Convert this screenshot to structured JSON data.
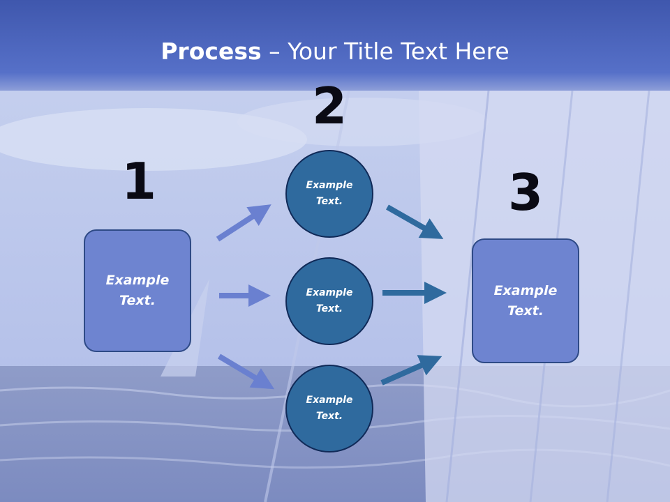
{
  "title": {
    "bold": "Process",
    "rest": " – Your Title Text Here"
  },
  "steps": [
    {
      "number": "1",
      "label_line1": "Example",
      "label_line2": "Text."
    },
    {
      "number": "2"
    },
    {
      "number": "3",
      "label_line1": "Example",
      "label_line2": "Text."
    }
  ],
  "circles": [
    {
      "line1": "Example",
      "line2": "Text."
    },
    {
      "line1": "Example",
      "line2": "Text."
    },
    {
      "line1": "Example",
      "line2": "Text."
    }
  ],
  "colors": {
    "box_fill": "#6e84d0",
    "circle_fill": "#2f6a9e",
    "arrow_left": "#6a80d0",
    "arrow_right": "#2f6a9e",
    "header": "#4e69c3"
  }
}
